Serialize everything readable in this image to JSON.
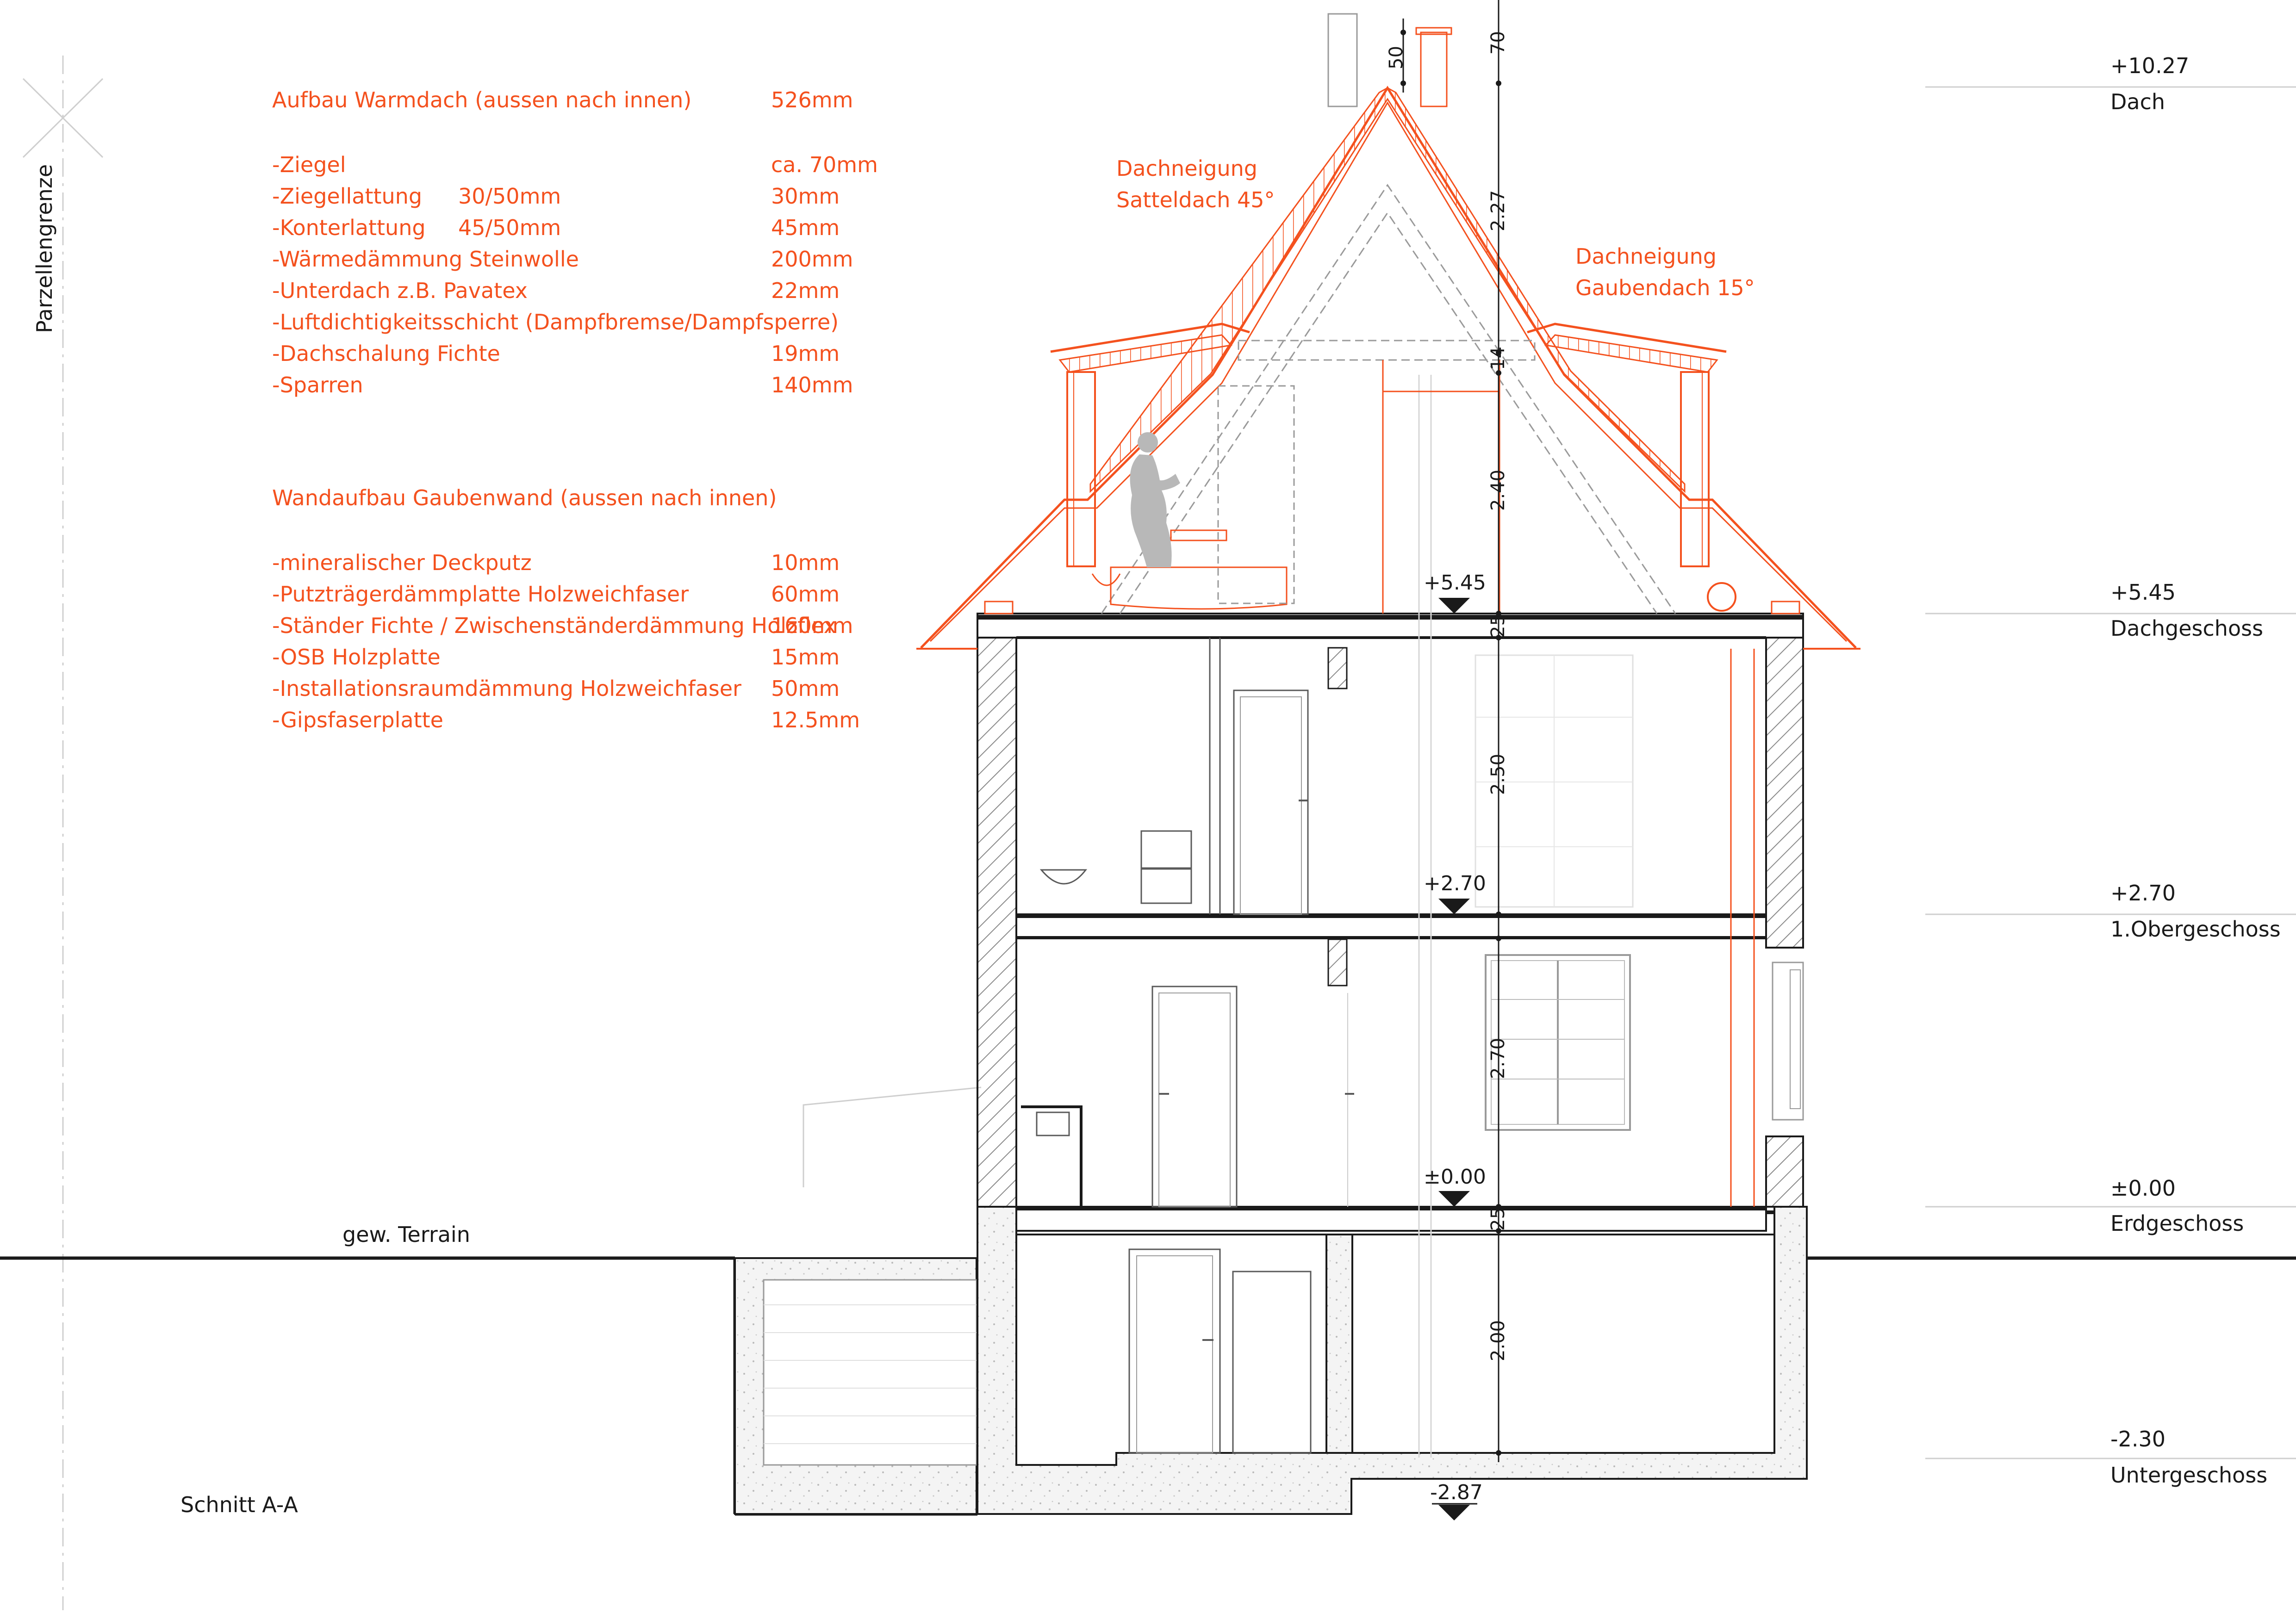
{
  "colors": {
    "accent": "#F4511E",
    "line": "#1a1a1a",
    "hatch": "#9a9a9a",
    "light": "#cfcfcf"
  },
  "roof_build_up": {
    "heading": "Aufbau Warmdach (aussen nach innen)",
    "heading_value": "526mm",
    "layers": [
      {
        "label": "-Ziegel",
        "spec": "",
        "value": "ca. 70mm"
      },
      {
        "label": "-Ziegellattung",
        "spec": "30/50mm",
        "value": "30mm"
      },
      {
        "label": "-Konterlattung",
        "spec": "45/50mm",
        "value": "45mm"
      },
      {
        "label": "-Wärmedämmung Steinwolle",
        "spec": "",
        "value": "200mm"
      },
      {
        "label": "-Unterdach z.B. Pavatex",
        "spec": "",
        "value": "22mm"
      },
      {
        "label": "-Luftdichtigkeitsschicht (Dampfbremse/Dampfsperre)",
        "spec": "",
        "value": ""
      },
      {
        "label": "-Dachschalung Fichte",
        "spec": "",
        "value": "19mm"
      },
      {
        "label": "-Sparren",
        "spec": "",
        "value": "140mm"
      }
    ]
  },
  "wall_build_up": {
    "heading": "Wandaufbau Gaubenwand (aussen nach innen)",
    "layers": [
      {
        "label": "-mineralischer Deckputz",
        "value": "10mm"
      },
      {
        "label": "-Putzträgerdämmplatte Holzweichfaser",
        "value": "60mm"
      },
      {
        "label": "-Ständer Fichte / Zwischenständerdämmung Holzflex",
        "value": "160mm"
      },
      {
        "label": "-OSB Holzplatte",
        "value": "15mm"
      },
      {
        "label": "-Installationsraumdämmung Holzweichfaser",
        "value": "50mm"
      },
      {
        "label": "-Gipsfaserplatte",
        "value": "12.5mm"
      }
    ]
  },
  "roof_pitch": {
    "main_line1": "Dachneigung",
    "main_line2": "Satteldach  45°",
    "dormer_line1": "Dachneigung",
    "dormer_line2": "Gaubendach 15°"
  },
  "parcel_label": "Parzellengrenze",
  "terrain_label": "gew. Terrain",
  "section_title": "Schnitt A-A",
  "levels": [
    {
      "value": "+10.27",
      "name": "Dach"
    },
    {
      "value": "+5.45",
      "name": "Dachgeschoss"
    },
    {
      "value": "+2.70",
      "name": "1.Obergeschoss"
    },
    {
      "value": "±0.00",
      "name": "Erdgeschoss"
    },
    {
      "value": "-2.30",
      "name": "Untergeschoss"
    }
  ],
  "floor_markers": [
    "+5.45",
    "+2.70",
    "±0.00",
    "-2.87"
  ],
  "dimensions": {
    "top_left": "50",
    "top_right": "70",
    "attic_upper": "2.27",
    "collar": "14",
    "attic_lower": "2.40",
    "slab_dg": "25",
    "og_height": "2.50",
    "eg_height": "2.70",
    "slab_eg": "25",
    "ug_height": "2.00"
  }
}
